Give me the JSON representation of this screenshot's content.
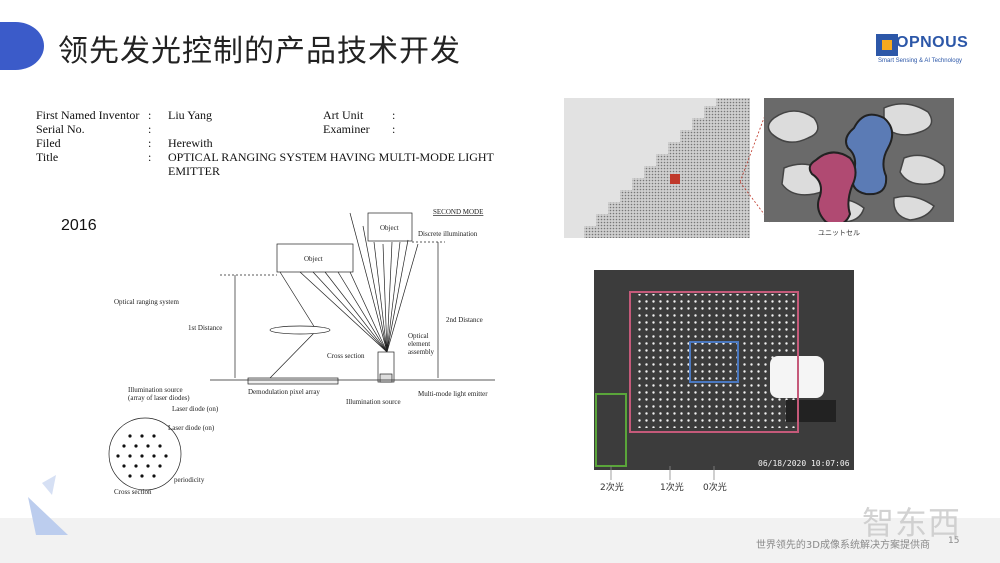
{
  "slide": {
    "title": "领先发光控制的产品技术开发",
    "footer": "世界领先的3D成像系统解决方案提供商",
    "page_number": "15",
    "year": "2016"
  },
  "logo": {
    "word": "OPNOUS",
    "tagline": "Smart Sensing & AI Technology",
    "brand_color": "#2c57a8",
    "accent_color": "#f4a91e"
  },
  "patent": {
    "first_inventor_label": "First Named Inventor",
    "first_inventor_value": "Liu Yang",
    "art_unit_label": "Art Unit",
    "serial_label": "Serial No.",
    "examiner_label": "Examiner",
    "filed_label": "Filed",
    "filed_value": "Herewith",
    "title_label": "Title",
    "title_value_line1": "OPTICAL RANGING SYSTEM HAVING MULTI-MODE LIGHT",
    "title_value_line2": "EMITTER",
    "colon": ":"
  },
  "diagram": {
    "second_mode": "SECOND MODE",
    "object": "Object",
    "discrete_illumination": "Discrete illumination",
    "optical_ranging_system": "Optical ranging system",
    "first_distance": "1st Distance",
    "second_distance": "2nd Distance",
    "optical": "Optical",
    "element": "element",
    "assembly": "assembly",
    "cross_section": "Cross section",
    "demodulation": "Demodulation pixel array",
    "illumination_source": "Illumination source",
    "multi_mode": "Multi-mode light emitter",
    "illum_src_array_1": "Illumination source",
    "illum_src_array_2": "(array of laser diodes)",
    "laser_on_1": "Laser diode (on)",
    "laser_on_2": "Laser diode (on)",
    "periodicity": "periodicity",
    "cross_section_bottom": "Cross section"
  },
  "photos": {
    "unit_cell_caption": "ユニットセル",
    "order_2": "2次光",
    "order_1": "1次光",
    "order_0": "0次光",
    "timestamp": "06/18/2020  10:07:06"
  },
  "watermark": "智东西"
}
